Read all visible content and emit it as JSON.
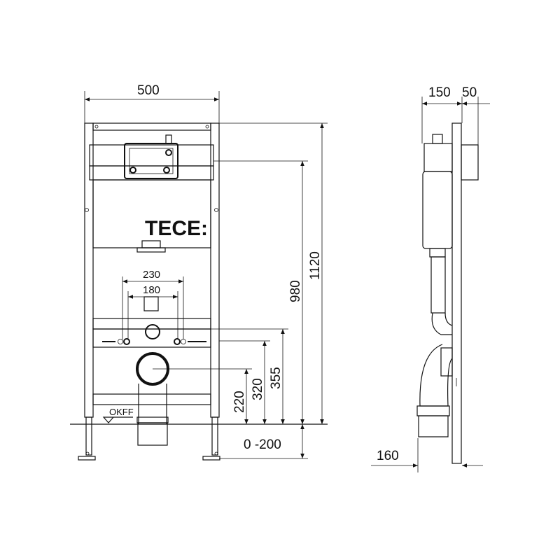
{
  "drawing": {
    "brand_logo": "TECE:",
    "floor_label": "OKFF",
    "front_view": {
      "width": "500",
      "height_total": "1120",
      "height_flush": "980",
      "height_355": "355",
      "height_320": "320",
      "height_220": "220",
      "below_floor": "0 -200",
      "spacing_outer": "230",
      "spacing_inner": "180"
    },
    "side_view": {
      "depth_frame": "150",
      "depth_plate": "50",
      "depth_bottom": "160"
    },
    "line_color": "#111111"
  }
}
